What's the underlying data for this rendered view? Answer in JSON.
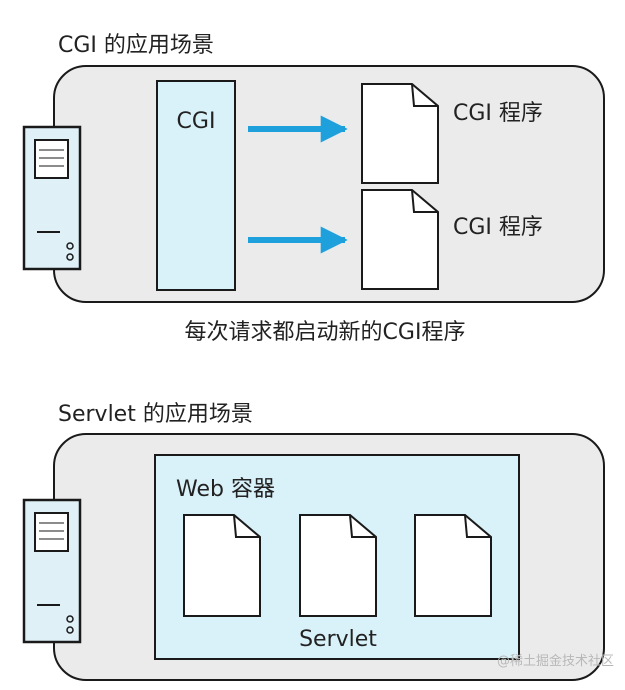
{
  "cgi_section": {
    "title": "CGI 的应用场景",
    "cgi_box_label": "CGI",
    "programs": [
      "CGI 程序",
      "CGI 程序"
    ],
    "caption": "每次请求都启动新的CGI程序"
  },
  "servlet_section": {
    "title": "Servlet 的应用场景",
    "container_label": "Web 容器",
    "servlet_label": "Servlet"
  },
  "watermark": "@稀土掘金技术社区",
  "colors": {
    "panel_fill": "#ebebeb",
    "cyan_fill": "#d9f1f8",
    "arrow": "#1ea0dc",
    "outline": "#1a1a1a"
  }
}
